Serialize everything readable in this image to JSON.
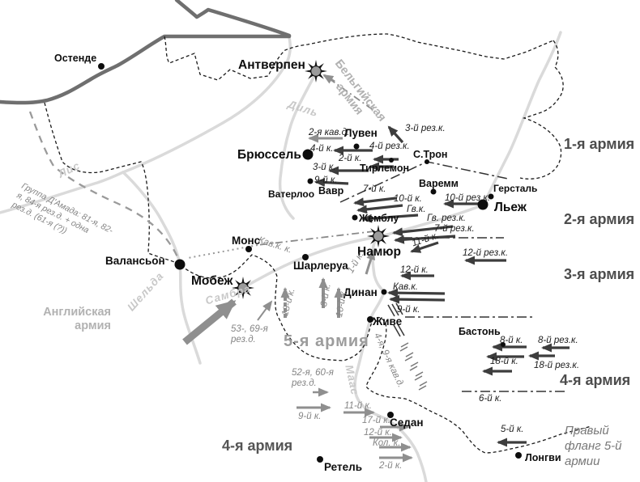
{
  "colors": {
    "german_arrow": "#3d3d3d",
    "allied_arrow": "#8f8f8f",
    "river": "#dadada",
    "coast": "#6f6f6f",
    "border": "#1a1a1a",
    "army_boundary": "#333333",
    "city": "#0d0d0d",
    "army_label": "#4c4c4c",
    "allied_label": "#b2b2b2",
    "note": "#787878"
  },
  "cities": {
    "ostende": "Остенде",
    "antwerpen": "Антверпен",
    "brussel": "Брюссель",
    "leuven": "Лувен",
    "tirlemont": "Тирлемон",
    "saint_trond": "С.Трон",
    "waremme": "Варемм",
    "herstal": "Герсталь",
    "liege": "Льеж",
    "gembloux": "Жемблу",
    "namur": "Намюр",
    "mons": "Монс",
    "valenciennes": "Валансьон",
    "maubeuge": "Мобеж",
    "charleroi": "Шарлеруа",
    "wavre": "Вавр",
    "waterloo": "Ватерлоо",
    "dinant": "Динан",
    "givet": "Живе",
    "bastogne": "Бастонь",
    "sedan": "Седан",
    "rethel": "Ретель",
    "longwy": "Лонгви"
  },
  "armies": {
    "first": "1-я армия",
    "second": "2-я армия",
    "third": "3-я армия",
    "fourth_right": "4-я армия",
    "fifth": "5-я армия",
    "fourth_bottom": "4-я армия",
    "belgian": {
      "line1": "Бельгийская",
      "line2": "армия"
    },
    "english": {
      "line1": "Английская",
      "line2": "армия"
    },
    "right_flank": {
      "line1": "Правый",
      "line2": "фланг 5-й",
      "line3": "армии"
    }
  },
  "rivers": {
    "lis": "Лис",
    "schelde": "Шельда",
    "dyle": "Диль",
    "sambre": "Самбра",
    "maas": "Маас"
  },
  "german_corps": {
    "kav2": "2-я кав.д.",
    "k4": "4-й к.",
    "rez4": "4-й рез.к.",
    "k2": "2-й к.",
    "k3": "3-й к.",
    "k9": "9-й к.",
    "rez3": "3-й рез.к.",
    "k7": "7-й к.",
    "k10": "10-й к.",
    "rez10": "10-й рез.к.",
    "gv": "Гв.к.",
    "gv_rez": "Гв. рез.к.",
    "rez7": "7-й рез.к.",
    "k11": "11-й к.",
    "rez12": "12-й рез.к.",
    "k12": "12-й к.",
    "kav": "Кав.к.",
    "k9b": "9-й к.",
    "kav_mons": "Кав.к. к.",
    "k8": "8-й к.",
    "rez8": "8-й рез.к.",
    "k18": "18-й к.",
    "rez18": "18-й рез.к.",
    "k6": "6-й к.",
    "k5": "5-й к."
  },
  "french_corps": {
    "amade": {
      "line1": "Группа Д'Амада: 81-я, 82-",
      "line2": "я, 84-я рез.д. + одна",
      "line3": "рез.д. (61-я (?))"
    },
    "rez53": {
      "line1": "53-, 69-я",
      "line2": "рез.д."
    },
    "rez52": {
      "line1": "52-я, 60-я",
      "line2": "рез.д."
    },
    "k18": "18-й к.",
    "k3": "3-й к.",
    "k10": "10-й к.",
    "k1": "1-й к.",
    "kav49": "4-я, 9-я кав.д.",
    "k9": "9-й к.",
    "k11": "11-й к.",
    "k17": "17-й к.",
    "k12": "12-й к.",
    "kol": "Кол. к.",
    "k2": "2-й к."
  }
}
